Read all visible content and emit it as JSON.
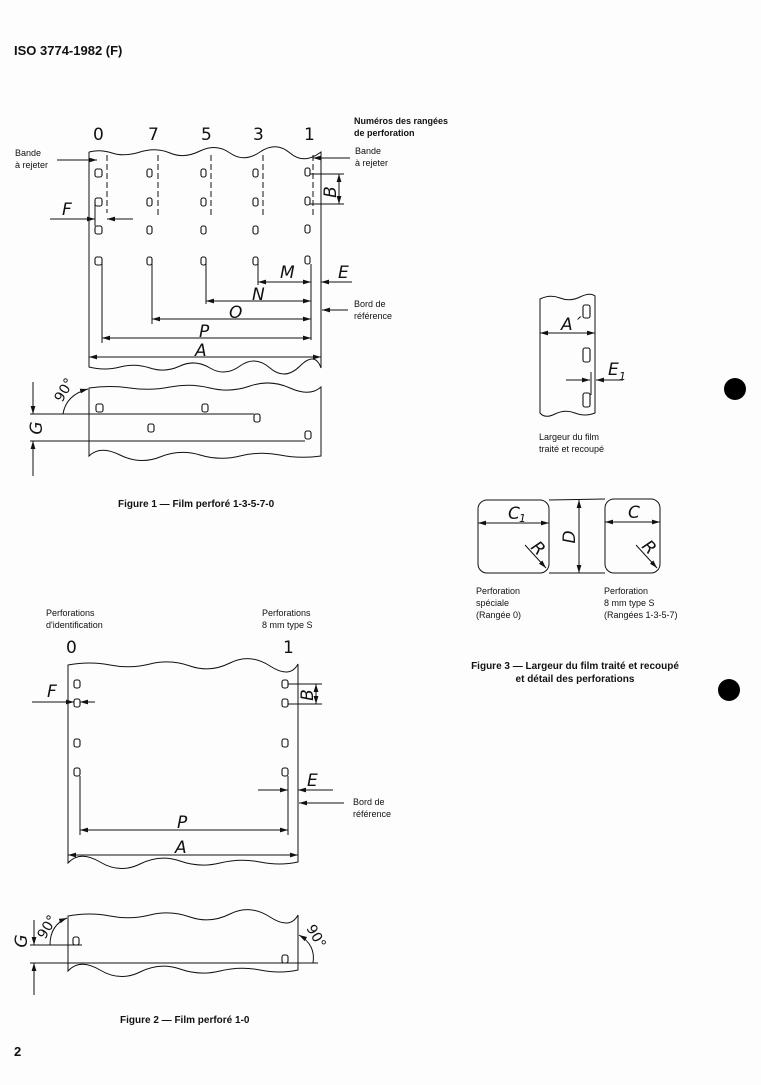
{
  "header": {
    "title": "ISO 3774-1982 (F)"
  },
  "figure1": {
    "row_numbers_title_1": "Numéros des rangées",
    "row_numbers_title_2": "de perforation",
    "columns": [
      "0",
      "7",
      "5",
      "3",
      "1"
    ],
    "reject_left_1": "Bande",
    "reject_left_2": "à rejeter",
    "reject_right_1": "Bande",
    "reject_right_2": "à rejeter",
    "reference_edge_1": "Bord de",
    "reference_edge_2": "référence",
    "dims": {
      "A": "A",
      "B": "B",
      "E": "E",
      "F": "F",
      "G": "G",
      "M": "M",
      "N": "N",
      "O": "O",
      "P": "P"
    },
    "angle": "90°",
    "caption": "Figure 1 — Film perforé 1-3-5-7-0"
  },
  "figure2": {
    "left_label_1": "Perforations",
    "left_label_2": "d'identification",
    "right_label_1": "Perforations",
    "right_label_2": "8 mm type S",
    "columns": [
      "0",
      "1"
    ],
    "reference_edge_1": "Bord de",
    "reference_edge_2": "référence",
    "dims": {
      "A": "A",
      "B": "B",
      "E": "E",
      "F": "F",
      "G": "G",
      "P": "P"
    },
    "angle": "90°",
    "caption": "Figure 2 — Film perforé 1-0"
  },
  "figure3": {
    "dims": {
      "A_prime": "A´",
      "E1": "E",
      "E1_sub": "1",
      "C1": "C",
      "C1_sub": "1",
      "C": "C",
      "D": "D",
      "R": "R"
    },
    "film_width_1": "Largeur du film",
    "film_width_2": "traité et recoupé",
    "special_1": "Perforation",
    "special_2": "spéciale",
    "special_3": "(Rangée 0)",
    "standard_1": "Perforation",
    "standard_2": "8 mm type S",
    "standard_3": "(Rangées 1-3-5-7)",
    "caption_1": "Figure 3 — Largeur du film traité et recoupé",
    "caption_2": "et détail des perforations"
  },
  "footer": {
    "page_number": "2"
  }
}
